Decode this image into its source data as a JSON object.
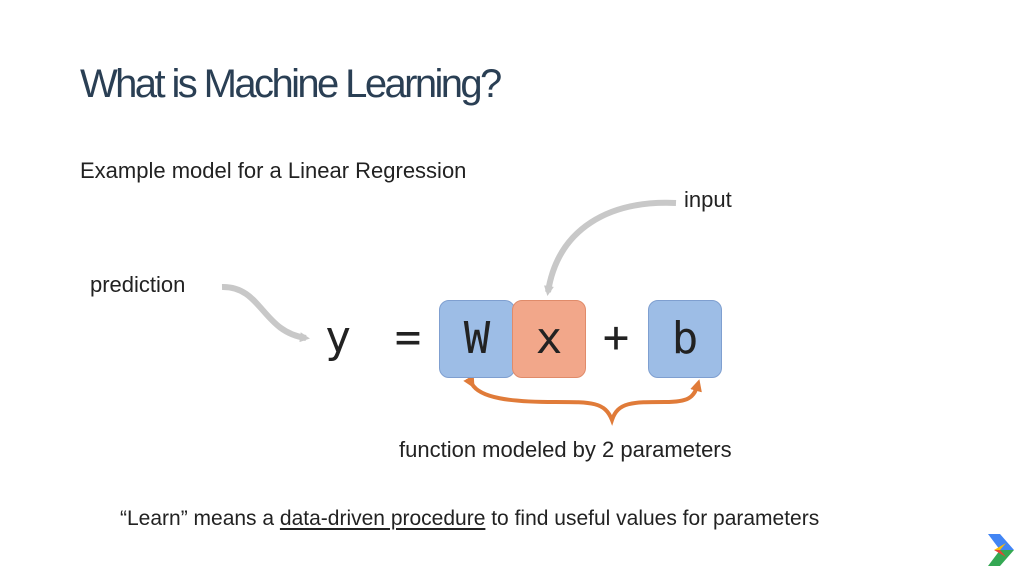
{
  "slide": {
    "title": "What is Machine Learning?",
    "subtitle": "Example model for a Linear Regression",
    "labels": {
      "input": "input",
      "prediction": "prediction",
      "parameters": "function modeled by 2 parameters"
    },
    "equation": {
      "output": "y",
      "equals": "=",
      "weight": "W",
      "input_var": "x",
      "plus": "+",
      "bias": "b"
    },
    "footer": {
      "before": "“Learn” means a ",
      "underlined": "data-driven procedure",
      "after": " to find useful values for parameters"
    },
    "colors": {
      "title": "#2a3f54",
      "parameter_box": "#9dbde6",
      "input_box": "#f2a78a",
      "brace": "#e07b39",
      "callout_arrow": "#c8c8c8"
    }
  }
}
